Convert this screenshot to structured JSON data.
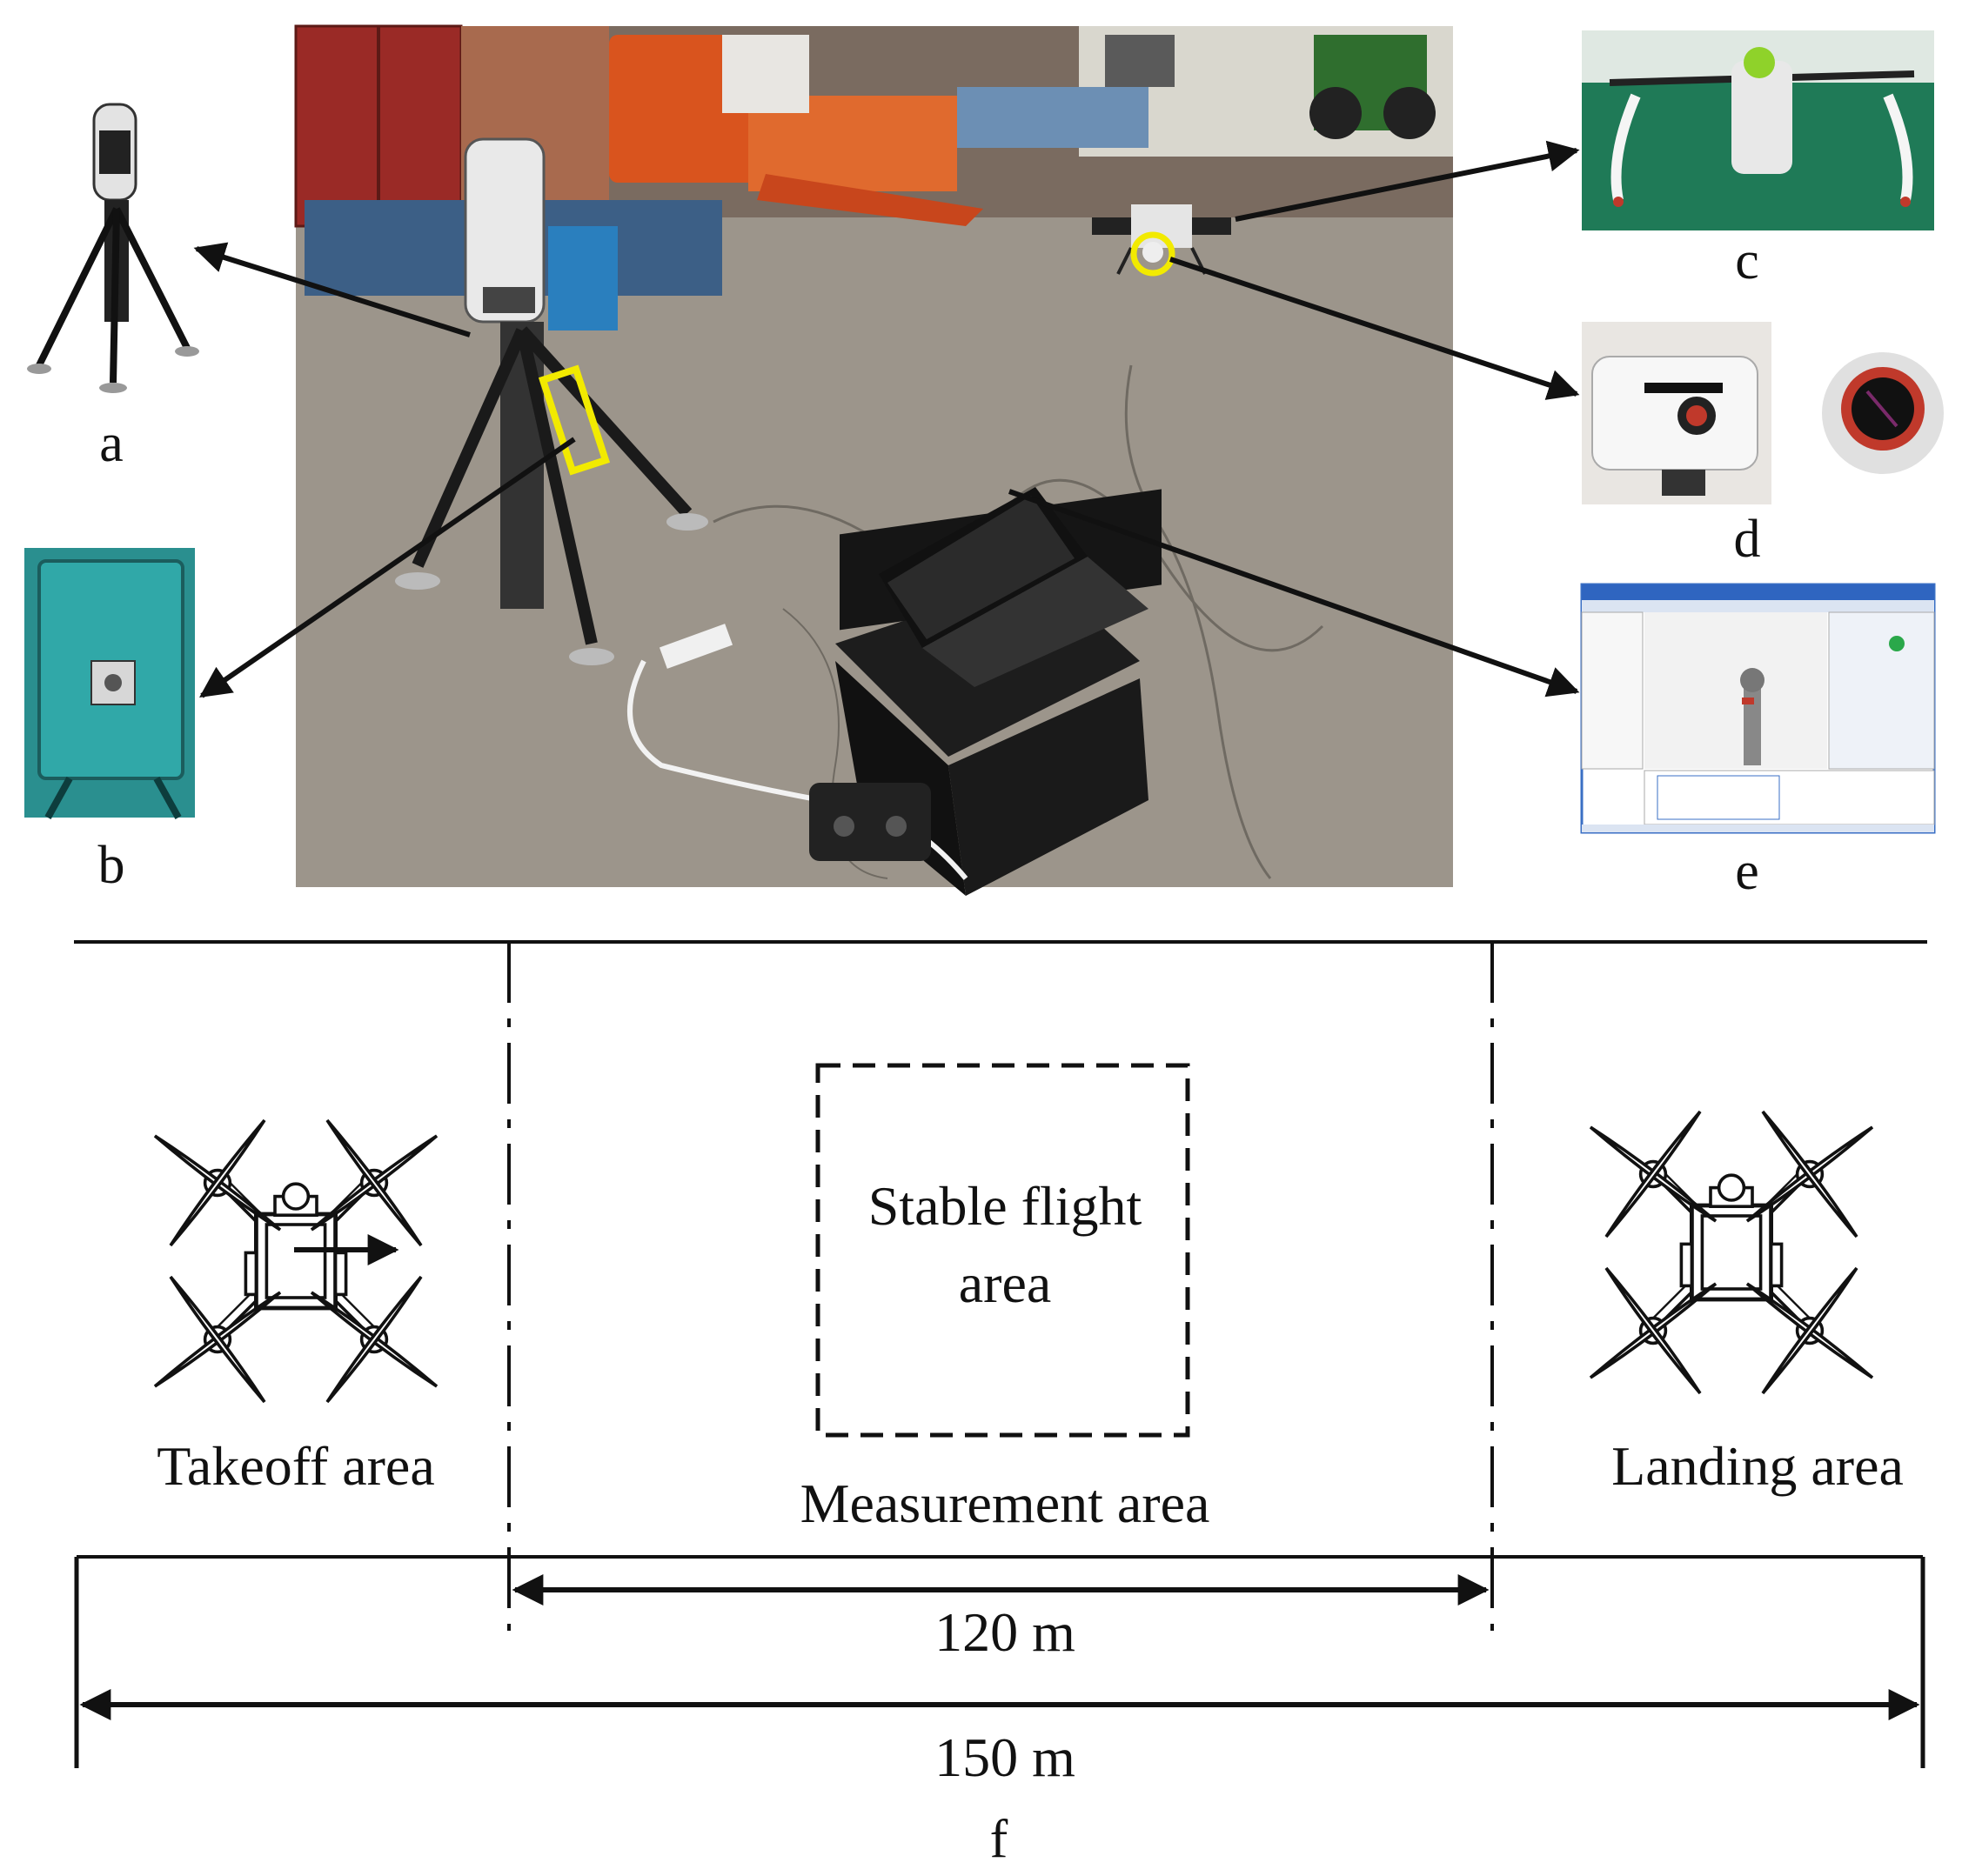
{
  "panels": {
    "a": {
      "label": "a"
    },
    "b": {
      "label": "b"
    },
    "c": {
      "label": "c"
    },
    "d": {
      "label": "d"
    },
    "e": {
      "label": "e"
    },
    "f": {
      "label": "f"
    }
  },
  "areas": {
    "takeoff": "Takeoff area",
    "measurement": "Measurement area",
    "stable_line1": "Stable flight",
    "stable_line2": "area",
    "landing": "Landing area"
  },
  "dimensions": {
    "inner": "120 m",
    "outer": "150 m"
  },
  "colors": {
    "highlight": "#f2ea00",
    "ink": "#111111",
    "ground": "#9c958b",
    "hangar_green": "#1f7a57",
    "harvester": "#d9541e",
    "panel_teal": "#2a8f8f"
  },
  "icons": [
    "laser-tracker-icon",
    "target-reflector-icon",
    "drone-icon",
    "software-window-icon",
    "laptop-icon"
  ]
}
